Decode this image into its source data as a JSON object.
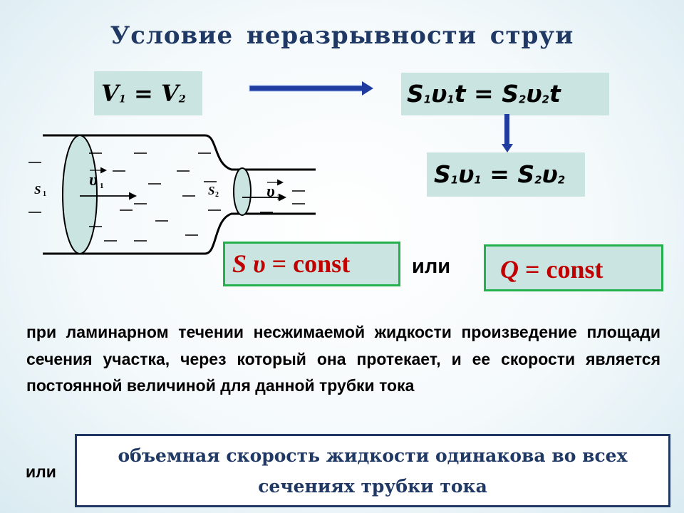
{
  "title": "Условие  неразрывности  струи",
  "eq_volumes": {
    "a": "V",
    "a_sub": "1",
    "eq": " = ",
    "b": "V",
    "b_sub": "2"
  },
  "eq_full": {
    "s1": "S",
    "s1_sub": "1",
    "v1": "υ",
    "v1_sub": "1",
    "t1": "t",
    "eq": " = ",
    "s2": "S",
    "s2_sub": "2",
    "v2": "υ",
    "v2_sub": "2",
    "t2": "t"
  },
  "eq_reduced": {
    "s1": "S",
    "s1_sub": "1",
    "v1": "υ",
    "v1_sub": "1",
    "eq": " = ",
    "s2": "S",
    "s2_sub": "2",
    "v2": "υ",
    "v2_sub": "2"
  },
  "eq_sv_const": {
    "s": "S",
    "v": "υ",
    "rhs": " = const"
  },
  "eq_q_const": {
    "q": "Q",
    "rhs": " = const"
  },
  "or_label_1": "или",
  "or_label_2": "или",
  "paragraph": "при ламинарном течении несжимаемой жидкости произведение площади сечения участка, через который она протекает, и ее скорости является постоянной величиной для данной трубки тока",
  "conclusion": {
    "line1": "объемная скорость жидкости одинакова во всех",
    "line2": "сечениях трубки тока"
  },
  "diagram": {
    "label_s1": "S",
    "label_s1_sub": "1",
    "label_s2": "S",
    "label_s2_sub": "2",
    "label_v1": "υ",
    "label_v1_sub": "1",
    "label_v2": "υ",
    "label_v2_sub": "2"
  },
  "colors": {
    "title": "#1f3864",
    "box_fill": "#c9e4e1",
    "box_border_green": "#22b14c",
    "const_text": "#c00000",
    "arrow": "#1f3c9e",
    "cross_section": "#c9e4e1"
  }
}
